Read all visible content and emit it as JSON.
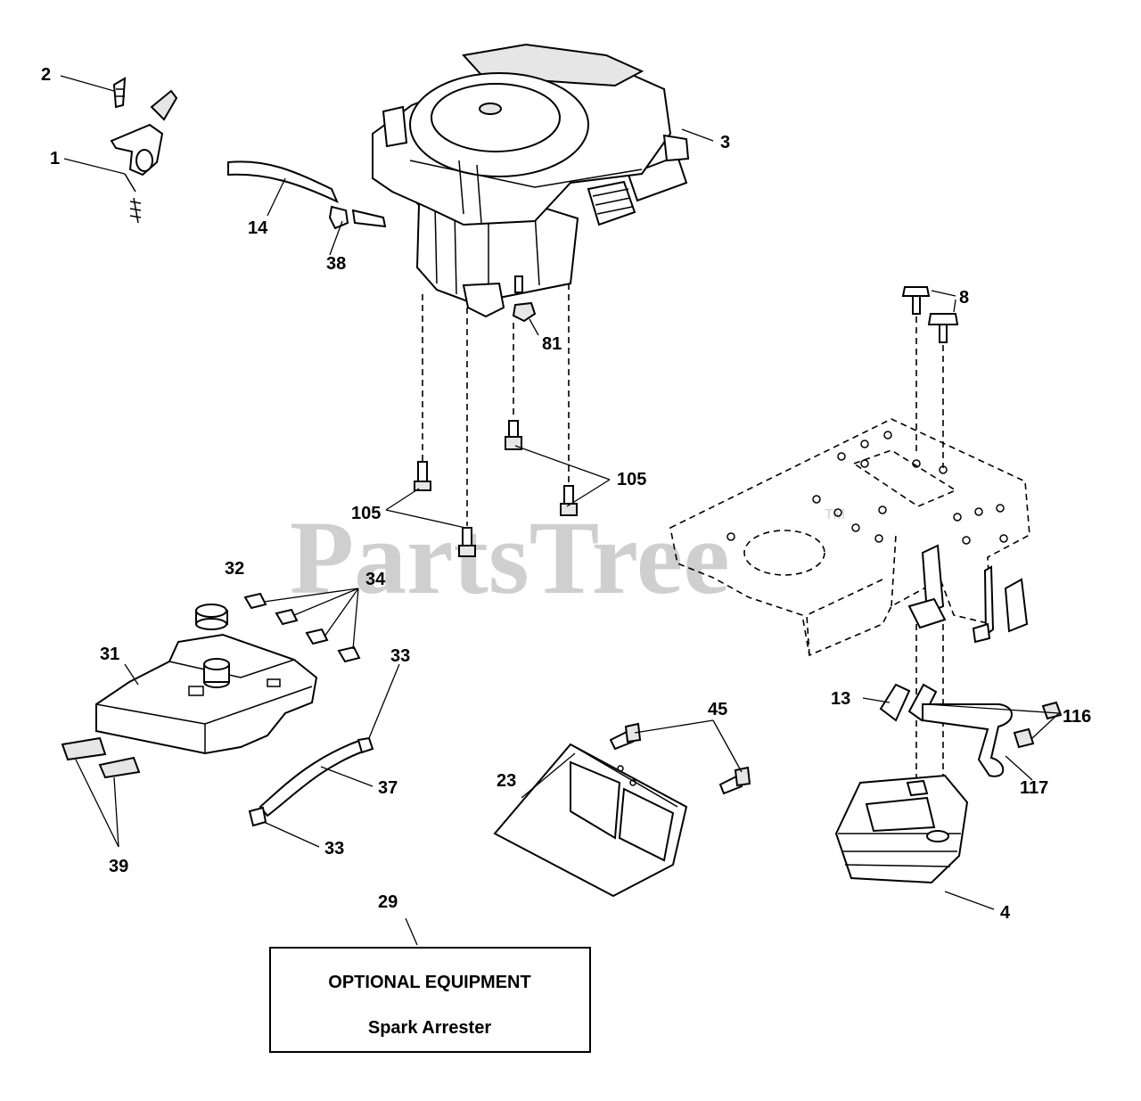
{
  "watermark": {
    "text": "PartsTree",
    "trademark": "TM"
  },
  "callouts": {
    "c1": "1",
    "c2": "2",
    "c3": "3",
    "c4": "4",
    "c8": "8",
    "c13": "13",
    "c14": "14",
    "c23": "23",
    "c29": "29",
    "c31": "31",
    "c32": "32",
    "c33a": "33",
    "c33b": "33",
    "c34": "34",
    "c37": "37",
    "c38": "38",
    "c39": "39",
    "c45": "45",
    "c81": "81",
    "c105a": "105",
    "c105b": "105",
    "c116": "116",
    "c117": "117"
  },
  "optional_box": {
    "title": "OPTIONAL EQUIPMENT",
    "subtitle": "Spark Arrester"
  }
}
